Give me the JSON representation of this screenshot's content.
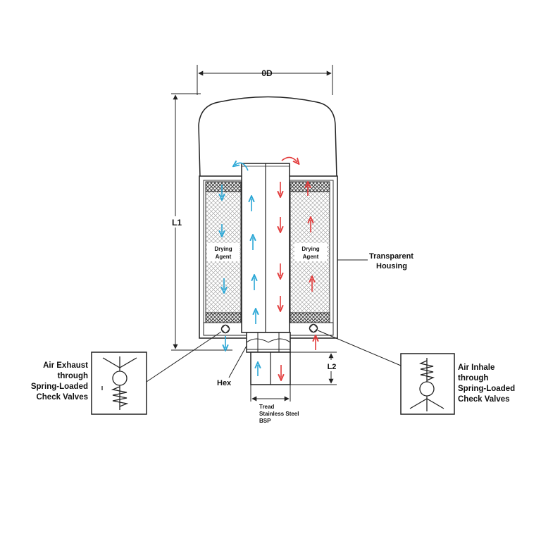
{
  "dimensions": {
    "od": "0D",
    "l1": "L1",
    "l2": "L2"
  },
  "labels": {
    "drying_agent_left": [
      "Drying",
      "Agent"
    ],
    "drying_agent_right": [
      "Drying",
      "Agent"
    ],
    "transparent_housing": [
      "Transparent",
      "Housing"
    ],
    "hex": "Hex",
    "thread": [
      "Tread",
      "Stainless Steel",
      "BSP"
    ],
    "air_exhaust": [
      "Air Exhaust",
      "through",
      "Spring-Loaded",
      "Check Valves"
    ],
    "air_inhale": [
      "Air Inhale",
      "through",
      "Spring-Loaded",
      "Check Valves"
    ]
  },
  "colors": {
    "outflow": "#2aa7d6",
    "inflow": "#e23b3b",
    "line": "#222222",
    "mesh": "#888888"
  },
  "icons": {
    "exhaust_valve": "check-valve-symbol",
    "inhale_valve": "check-valve-symbol",
    "outflow_arrow": "arrow-blue",
    "inflow_arrow": "arrow-red"
  }
}
